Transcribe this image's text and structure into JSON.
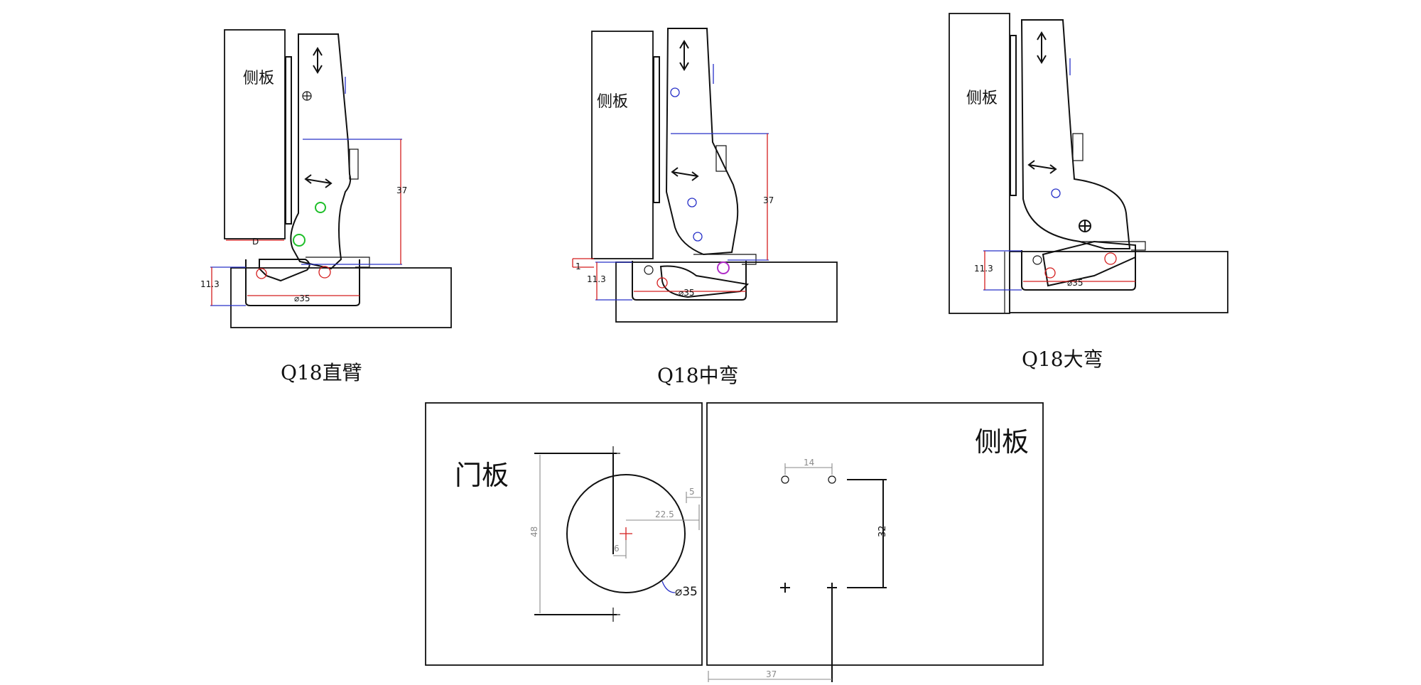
{
  "colors": {
    "line": "#111111",
    "dimension_red": "#d41e1e",
    "dimension_blue": "#2730c8",
    "dimension_gray": "#8a8a8a",
    "screw_green": "#1fbf2a"
  },
  "hinges": [
    {
      "caption": "Q18直臂",
      "side_panel_label": "侧板",
      "dim_height": "37",
      "dim_offset": "11.3",
      "dim_cup": "⌀35",
      "dim_d": "D"
    },
    {
      "caption": "Q18中弯",
      "side_panel_label": "侧板",
      "dim_height": "37",
      "dim_offset": "11.3",
      "dim_cup": "⌀35",
      "dim_gap": "1"
    },
    {
      "caption": "Q18大弯",
      "side_panel_label": "侧板",
      "dim_offset": "11.3",
      "dim_cup": "⌀35"
    }
  ],
  "plan": {
    "door_label": "门板",
    "side_label": "侧板",
    "dims": {
      "hole_spacing": "48",
      "center_offset": "6",
      "center_to_edge": "22.5",
      "edge_gap": "5",
      "cup_diameter": "⌀35",
      "plate_pin_spacing": "14",
      "plate_screw_spacing": "32",
      "plate_setback": "37"
    }
  }
}
